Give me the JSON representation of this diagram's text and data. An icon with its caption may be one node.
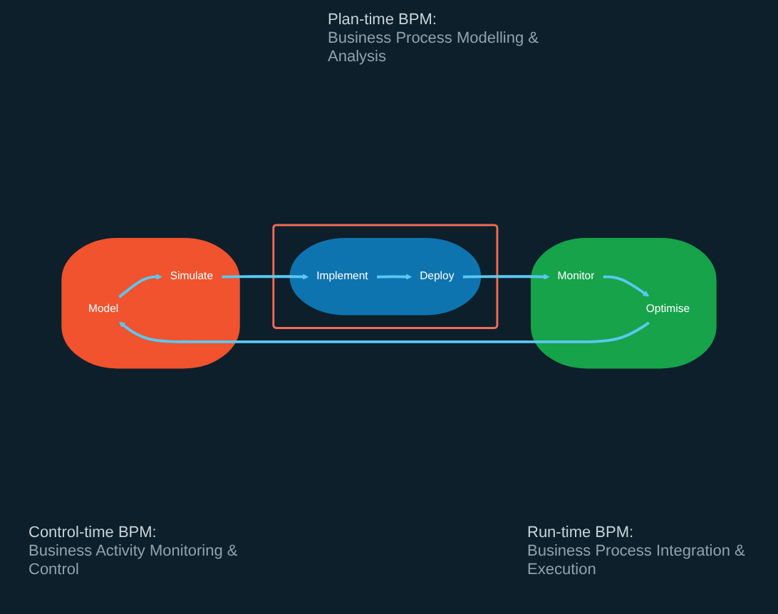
{
  "diagram": {
    "nodes": [
      {
        "text": [],
        "shape": "ellipse"
      },
      {
        "text": [
          "Model"
        ],
        "in": 0
      },
      {
        "text": [
          "Simulate"
        ],
        "in": 0
      },
      {
        "text": [],
        "shape": "box"
      },
      {
        "text": [],
        "shape": "ellipse",
        "in": 3
      },
      {
        "text": [
          "Implement"
        ],
        "in": 4
      },
      {
        "text": [
          "Deploy"
        ],
        "in": 4
      },
      {
        "text": [],
        "shape": "ellipse"
      },
      {
        "text": [
          "Monitor"
        ],
        "in": 7
      },
      {
        "text": [
          "Optimise"
        ],
        "in": 7
      }
    ],
    "edges": [
      {
        "from": 1,
        "to": 2,
        "arrow": "to"
      },
      {
        "from": 2,
        "to": 5,
        "arrow": "to"
      },
      {
        "from": 5,
        "to": 6,
        "arrow": "to"
      },
      {
        "from": 6,
        "to": 8,
        "arrow": "to"
      },
      {
        "from": 8,
        "to": 9,
        "arrow": "to"
      },
      {
        "from": 9,
        "to": 1,
        "arrow": "to"
      }
    ],
    "labels": [
      "Plan-time BPM:",
      "Business Process Modelling & Analysis",
      "Control-time BPM:",
      "Business Activity Monitoring & Control",
      "Run-time BPM:",
      "Business Process Integration & Execution"
    ]
  }
}
